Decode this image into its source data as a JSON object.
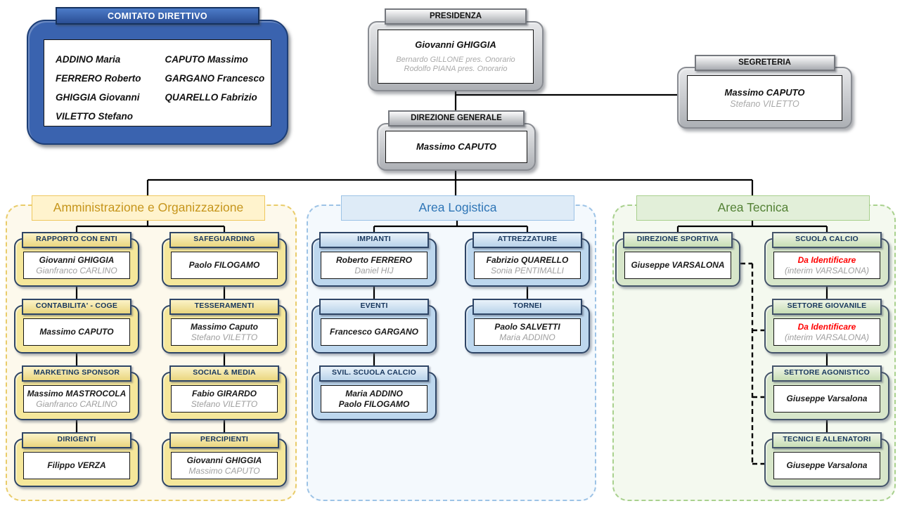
{
  "colors": {
    "gold_accent": "#C6951B",
    "blue_accent": "#2E75B6",
    "green_accent": "#538135",
    "navy_border": "#1F3864",
    "red_text": "#FF0000",
    "gray_text": "#9E9E9E"
  },
  "comitato": {
    "title": "COMITATO DIRETTIVO",
    "col1": [
      "ADDINO Maria",
      "FERRERO Roberto",
      "GHIGGIA  Giovanni",
      "VILETTO Stefano"
    ],
    "col2": [
      "CAPUTO Massimo",
      "GARGANO Francesco",
      "QUARELLO Fabrizio"
    ]
  },
  "presidenza": {
    "title": "PRESIDENZA",
    "primary": "Giovanni GHIGGIA",
    "secondary": [
      "Bernardo GILLONE pres. Onorario",
      "Rodolfo PIANA pres. Onorario"
    ]
  },
  "segreteria": {
    "title": "SEGRETERIA",
    "primary": "Massimo CAPUTO",
    "secondary": "Stefano VILETTO"
  },
  "direzione_generale": {
    "title": "DIREZIONE GENERALE",
    "primary": "Massimo CAPUTO"
  },
  "areas": [
    {
      "title": "Amministrazione e Organizzazione",
      "nodes": [
        {
          "title": "RAPPORTO CON ENTI",
          "primary": "Giovanni GHIGGIA",
          "secondary": "Gianfranco CARLINO"
        },
        {
          "title": "SAFEGUARDING",
          "primary": "Paolo FILOGAMO"
        },
        {
          "title": "CONTABILITA' - COGE",
          "primary": "Massimo CAPUTO"
        },
        {
          "title": "TESSERAMENTI",
          "primary": "Massimo Caputo",
          "secondary": "Stefano VILETTO"
        },
        {
          "title": "MARKETING SPONSOR",
          "primary": "Massimo MASTROCOLA",
          "secondary": "Gianfranco CARLINO"
        },
        {
          "title": "SOCIAL & MEDIA",
          "primary": "Fabio GIRARDO",
          "secondary": "Stefano VILETTO"
        },
        {
          "title": "DIRIGENTI",
          "primary": "Filippo VERZA"
        },
        {
          "title": "PERCIPIENTI",
          "primary": "Giovanni GHIGGIA",
          "secondary": "Massimo CAPUTO"
        }
      ]
    },
    {
      "title": "Area Logistica",
      "nodes": [
        {
          "title": "IMPIANTI",
          "primary": "Roberto FERRERO",
          "secondary": "Daniel HIJ"
        },
        {
          "title": "ATTREZZATURE",
          "primary": "Fabrizio QUARELLO",
          "secondary": "Sonia PENTIMALLI"
        },
        {
          "title": "EVENTI",
          "primary": "Francesco GARGANO"
        },
        {
          "title": "TORNEI",
          "primary": "Paolo SALVETTI",
          "secondary": "Maria ADDINO"
        },
        {
          "title": "SVIL. SCUOLA CALCIO",
          "primary": "Maria ADDINO",
          "secondary": "Paolo FILOGAMO"
        }
      ]
    },
    {
      "title": "Area Tecnica",
      "nodes": [
        {
          "title": "DIREZIONE SPORTIVA",
          "primary": "Giuseppe VARSALONA"
        },
        {
          "title": "SCUOLA CALCIO",
          "primary": "Da Identificare",
          "secondary": "(interim VARSALONA)"
        },
        {
          "title": "SETTORE GIOVANILE",
          "primary": "Da Identificare",
          "secondary": "(interim VARSALONA)"
        },
        {
          "title": "SETTORE AGONISTICO",
          "primary": "Giuseppe Varsalona"
        },
        {
          "title": "TECNICI E ALLENATORI",
          "primary": "Giuseppe Varsalona"
        }
      ]
    }
  ]
}
